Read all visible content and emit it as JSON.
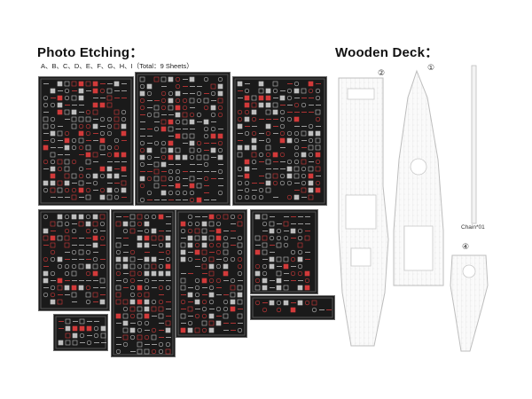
{
  "photo_etching": {
    "title": "Photo Etching：",
    "subtitle": "A、B、C、D、E、F、G、H、I（Total：9 Sheets）"
  },
  "wooden_deck": {
    "title": "Wooden Deck：",
    "marker_1": "①",
    "marker_2": "②",
    "marker_4": "④",
    "chain_label": "Chain*01"
  },
  "colors": {
    "sheet_bg": "#1a1a1a",
    "etch_red": "#d23a3a",
    "etch_grey": "#bfbfbf",
    "deck_line": "#bdbdbd"
  }
}
